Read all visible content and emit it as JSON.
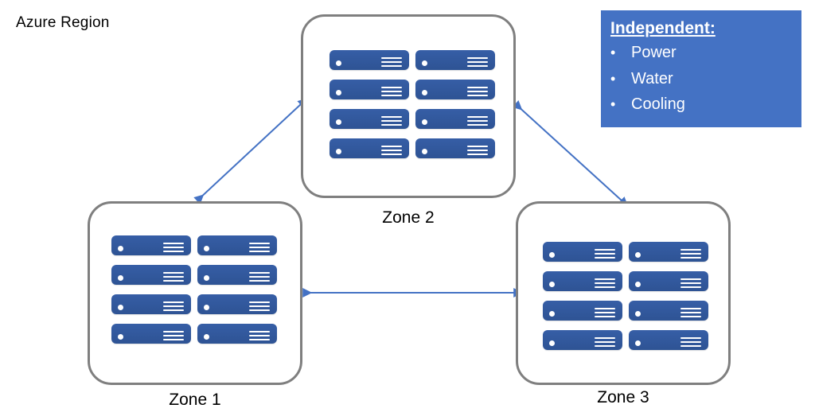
{
  "diagram": {
    "title": "Azure Region",
    "background_color": "#FFFFFF",
    "server_color": "#2F5496",
    "legend_color": "#4472C4",
    "zone_border_color": "#7F7F7F",
    "arrow_color": "#4472C4"
  },
  "legend": {
    "heading": "Independent:",
    "items": [
      {
        "bullet": "•",
        "label": "Power"
      },
      {
        "bullet": "•",
        "label": "Water"
      },
      {
        "bullet": "•",
        "label": "Cooling"
      }
    ]
  },
  "zones": [
    {
      "id": "zone-1",
      "label": "Zone 1",
      "server_count": 8,
      "rows": 4,
      "columns": 2
    },
    {
      "id": "zone-2",
      "label": "Zone 2",
      "server_count": 8,
      "rows": 4,
      "columns": 2
    },
    {
      "id": "zone-3",
      "label": "Zone 3",
      "server_count": 8,
      "rows": 4,
      "columns": 2
    }
  ],
  "connections": [
    {
      "from": "Zone 1",
      "to": "Zone 2",
      "style": "double-arrow"
    },
    {
      "from": "Zone 2",
      "to": "Zone 3",
      "style": "double-arrow"
    },
    {
      "from": "Zone 1",
      "to": "Zone 3",
      "style": "double-arrow"
    }
  ]
}
